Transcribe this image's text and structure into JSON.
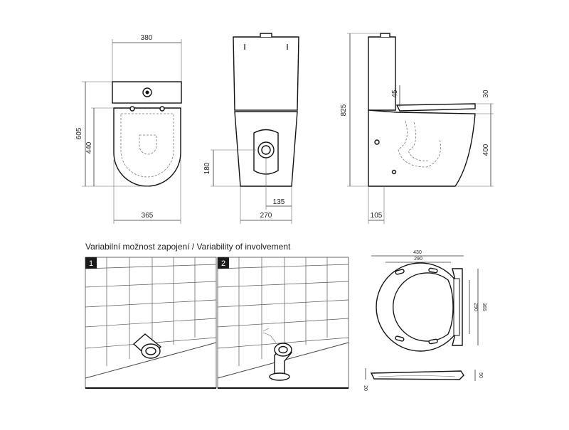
{
  "section_title": "Variabilní možnost zapojení / Variability of involvement",
  "top_view": {
    "width_top": "380",
    "height_total": "605",
    "height_bowl": "440",
    "width_bottom": "365"
  },
  "front_view": {
    "outlet_height": "180",
    "outlet_offset": "135",
    "base_width": "270"
  },
  "side_view": {
    "height_total": "825",
    "tank_step": "45",
    "seat_thickness": "30",
    "bowl_height": "400",
    "rear_offset": "105"
  },
  "option_panels": [
    {
      "number": "1"
    },
    {
      "number": "2"
    }
  ],
  "seat_detail": {
    "width_outer": "430",
    "width_inner": "290",
    "depth_inner": "290",
    "depth_outer": "365",
    "thickness_total": "50",
    "thickness_low": "20"
  }
}
